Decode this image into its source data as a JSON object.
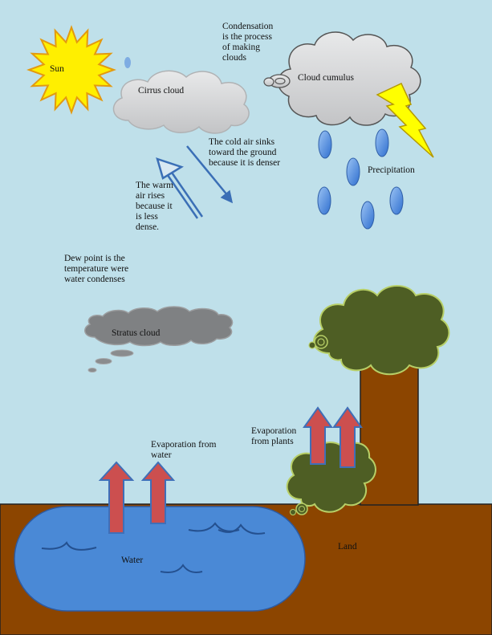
{
  "colors": {
    "sky": "#bfe0ea",
    "land": "#8c4500",
    "water": "#4a89d6",
    "cloud_light": "#d2d3d5",
    "cloud_dark": "#7f8183",
    "tree_green": "#4e5e24",
    "sun": "#ffef00",
    "sun_outline": "#e39a10",
    "lightning": "#ffff00",
    "raindrop": "#4f8de0",
    "arrow_fill": "#cc4f4f",
    "arrow_outline": "#3f6fb8",
    "air_arrow": "#3b6fb6"
  },
  "labels": {
    "sun": "Sun",
    "cirrus": "Cirrus cloud",
    "condensation": "Condensation\nis the process\nof making\nclouds",
    "cumulus": "Cloud cumulus",
    "cold_air": "The cold air sinks\ntoward the ground\nbecause it is denser",
    "precipitation": "Precipitation",
    "warm_air": "The warm\nair rises\nbecause it\nis less\ndense.",
    "dew_point": "Dew point is the\ntemperature were\nwater condenses",
    "stratus": "Stratus cloud",
    "evap_plants": "Evaporation\nfrom plants",
    "evap_water": "Evaporation from\nwater",
    "land": "Land",
    "water": "Water"
  },
  "icons": [
    "sun-icon",
    "cirrus-cloud-icon",
    "cumulus-cloud-icon",
    "lightning-icon",
    "raindrop-icon",
    "stratus-cloud-icon",
    "tree-icon",
    "bush-icon",
    "evaporation-arrow-icon",
    "warm-air-arrow-icon",
    "cold-air-arrow-icon"
  ]
}
